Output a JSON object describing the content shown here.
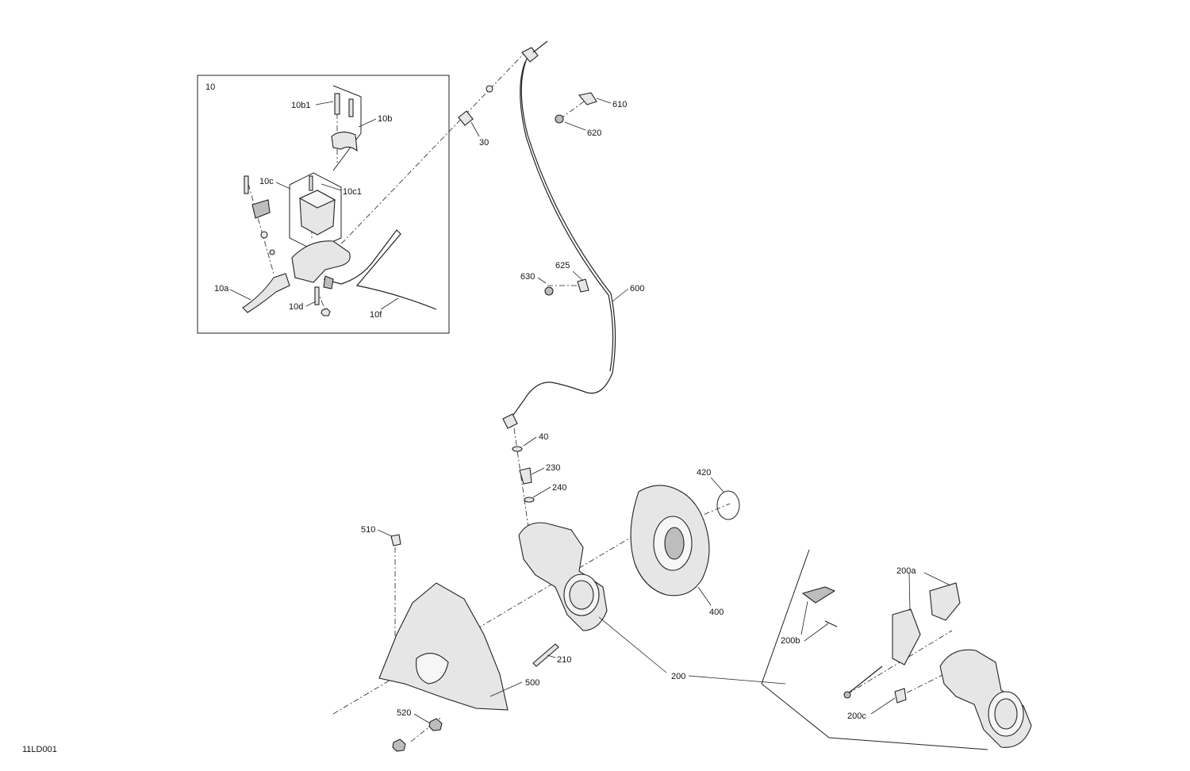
{
  "labels": {
    "l10": "10",
    "l10b1": "10b1",
    "l10b": "10b",
    "l10c": "10c",
    "l10c1": "10c1",
    "l10a": "10a",
    "l10d": "10d",
    "l10f": "10f",
    "l30": "30",
    "l610": "610",
    "l620": "620",
    "l625": "625",
    "l630": "630",
    "l600": "600",
    "l40": "40",
    "l230": "230",
    "l240": "240",
    "l420": "420",
    "l400": "400",
    "l510": "510",
    "l210": "210",
    "l200": "200",
    "l500": "500",
    "l520": "520",
    "l200a": "200a",
    "l200b": "200b",
    "l200c": "200c",
    "drawing_id": "11LD001"
  }
}
